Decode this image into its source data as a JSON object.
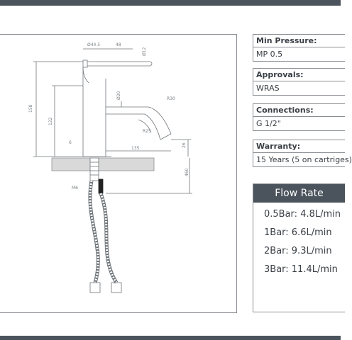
{
  "specs": {
    "min_pressure": {
      "label": "Min Pressure:",
      "value": "MP 0.5"
    },
    "approvals": {
      "label": "Approvals:",
      "value": "WRAS"
    },
    "connections": {
      "label": "Connections:",
      "value": "G 1/2\""
    },
    "warranty": {
      "label": "Warranty:",
      "value": "15 Years (5 on cartriges)"
    }
  },
  "flow_rate": {
    "title": "Flow Rate",
    "rows": [
      "0.5Bar: 4.8L/min",
      "1Bar: 6.6L/min",
      "2Bar: 9.3L/min",
      "3Bar: 11.4L/min"
    ]
  },
  "drawing": {
    "dims": {
      "d_body": "Ø44.5",
      "d_48": "48",
      "d_lever": "Ø12",
      "d_158": "158",
      "d_122": "122",
      "d_spout": "Ø20",
      "d_r30": "R30",
      "d_r25": "R25",
      "d_135": "135",
      "d_26": "26",
      "d_6": "6",
      "d_m6": "M6",
      "d_460": "460"
    }
  },
  "colors": {
    "header": "#4b545c",
    "line": "#8a8f94"
  }
}
